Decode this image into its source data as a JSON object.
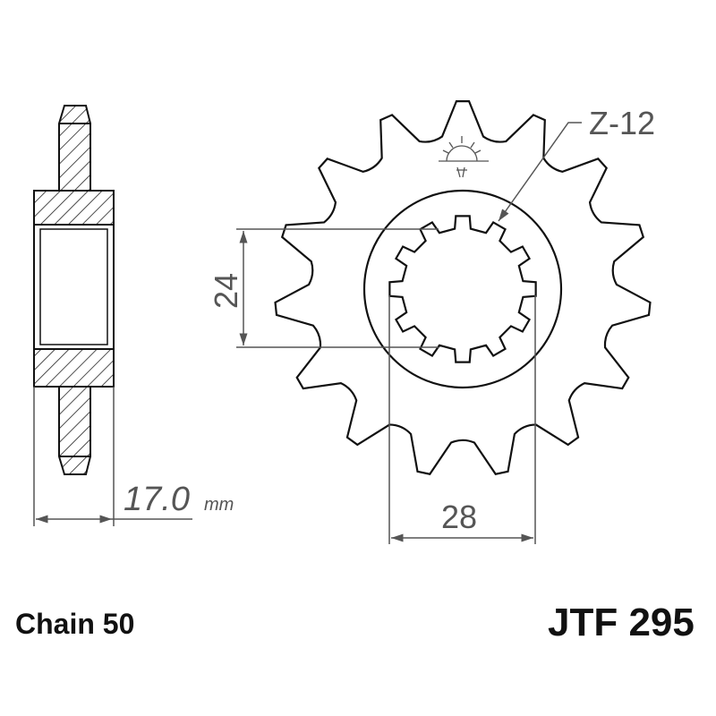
{
  "diagram": {
    "part_number": "JTF 295",
    "chain_label": "Chain 50",
    "spline_label": "Z-12",
    "width_value": "17.0",
    "width_unit": "mm",
    "bore_dimension": "24",
    "spline_dimension": "28",
    "sprocket_teeth": 15,
    "spline_teeth": 12,
    "logo": "jt-sunrise-logo"
  }
}
